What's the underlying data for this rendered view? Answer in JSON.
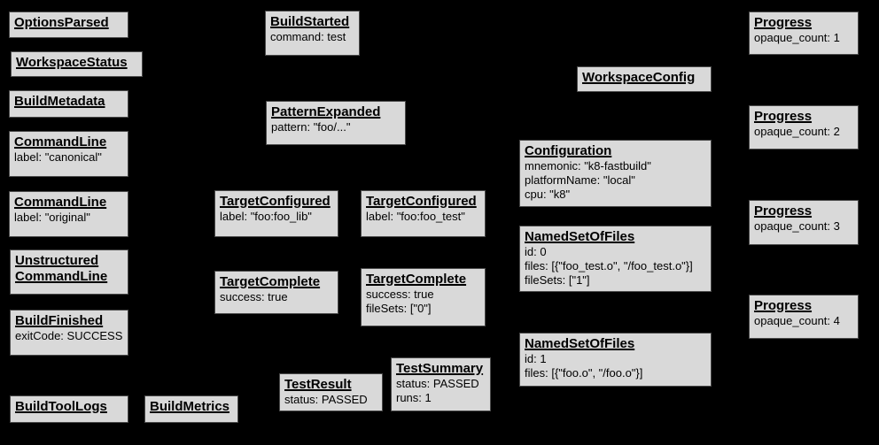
{
  "colors": {
    "background": "#000000",
    "node_fill": "#d9d9d9",
    "node_border": "#4a4a4a",
    "text": "#000000"
  },
  "nodes": [
    {
      "name": "options-parsed",
      "title": "OptionsParsed",
      "body": ""
    },
    {
      "name": "workspace-status",
      "title": "WorkspaceStatus",
      "body": ""
    },
    {
      "name": "build-metadata",
      "title": "BuildMetadata",
      "body": ""
    },
    {
      "name": "command-line-canonical",
      "title": "CommandLine",
      "body": "label: \"canonical\""
    },
    {
      "name": "command-line-original",
      "title": "CommandLine",
      "body": "label: \"original\""
    },
    {
      "name": "unstructured-command-line",
      "title": "Unstructured\nCommandLine",
      "body": ""
    },
    {
      "name": "build-finished",
      "title": "BuildFinished",
      "body": "exitCode: SUCCESS"
    },
    {
      "name": "build-tool-logs",
      "title": "BuildToolLogs",
      "body": ""
    },
    {
      "name": "build-metrics",
      "title": "BuildMetrics",
      "body": ""
    },
    {
      "name": "build-started",
      "title": "BuildStarted",
      "body": "command: test"
    },
    {
      "name": "pattern-expanded",
      "title": "PatternExpanded",
      "body": "pattern: \"foo/...\""
    },
    {
      "name": "target-configured-foo-lib",
      "title": "TargetConfigured",
      "body": "label: \"foo:foo_lib\""
    },
    {
      "name": "target-complete-foo-lib",
      "title": "TargetComplete",
      "body": "success: true"
    },
    {
      "name": "test-result",
      "title": "TestResult",
      "body": "status: PASSED"
    },
    {
      "name": "target-configured-foo-test",
      "title": "TargetConfigured",
      "body": "label: \"foo:foo_test\""
    },
    {
      "name": "target-complete-foo-test",
      "title": "TargetComplete",
      "body": "success: true\nfileSets: [\"0\"]"
    },
    {
      "name": "test-summary",
      "title": "TestSummary",
      "body": "status: PASSED\nruns: 1"
    },
    {
      "name": "workspace-config",
      "title": "WorkspaceConfig",
      "body": ""
    },
    {
      "name": "configuration",
      "title": "Configuration",
      "body": "mnemonic: \"k8-fastbuild\"\nplatformName: \"local\"\ncpu: \"k8\""
    },
    {
      "name": "named-set-of-files-0",
      "title": "NamedSetOfFiles",
      "body": "id: 0\nfiles: [{\"foo_test.o\", \"/foo_test.o\"}]\nfileSets: [\"1\"]"
    },
    {
      "name": "named-set-of-files-1",
      "title": "NamedSetOfFiles",
      "body": "id: 1\nfiles: [{\"foo.o\", \"/foo.o\"}]"
    },
    {
      "name": "progress-1",
      "title": "Progress",
      "body": "opaque_count: 1"
    },
    {
      "name": "progress-2",
      "title": "Progress",
      "body": "opaque_count: 2"
    },
    {
      "name": "progress-3",
      "title": "Progress",
      "body": "opaque_count: 3"
    },
    {
      "name": "progress-4",
      "title": "Progress",
      "body": "opaque_count: 4"
    }
  ]
}
